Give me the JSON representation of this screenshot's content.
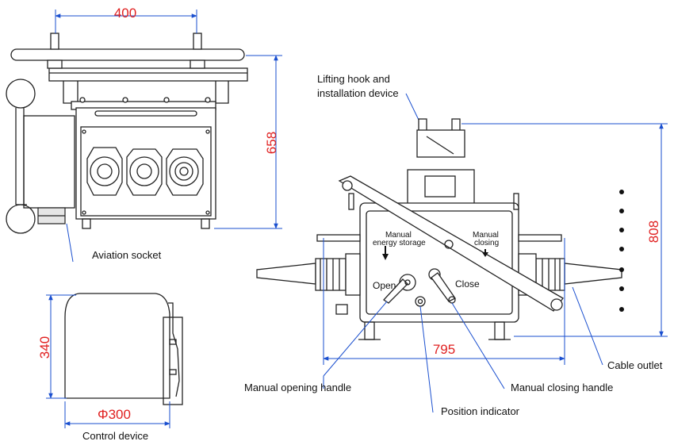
{
  "dimensions": {
    "top_width": "400",
    "top_height": "658",
    "control_height": "340",
    "control_diameter": "Φ300",
    "front_width": "795",
    "front_height": "808"
  },
  "labels": {
    "aviation_socket": "Aviation socket",
    "control_device": "Control device",
    "lifting_hook_line1": "Lifting hook and",
    "lifting_hook_line2": "installation device",
    "cable_outlet": "Cable outlet",
    "manual_opening_handle": "Manual opening handle",
    "manual_closing_handle": "Manual closing handle",
    "position_indicator": "Position indicator"
  },
  "panel": {
    "manual_energy_line1": "Manual",
    "manual_energy_line2": "energy storage",
    "manual_closing_line1": "Manual",
    "manual_closing_line2": "closing",
    "open": "Open",
    "close": "Close"
  },
  "colors": {
    "dimension_text": "#e02020",
    "dimension_lines": "#1a4fcf",
    "drawing": "#222222"
  }
}
